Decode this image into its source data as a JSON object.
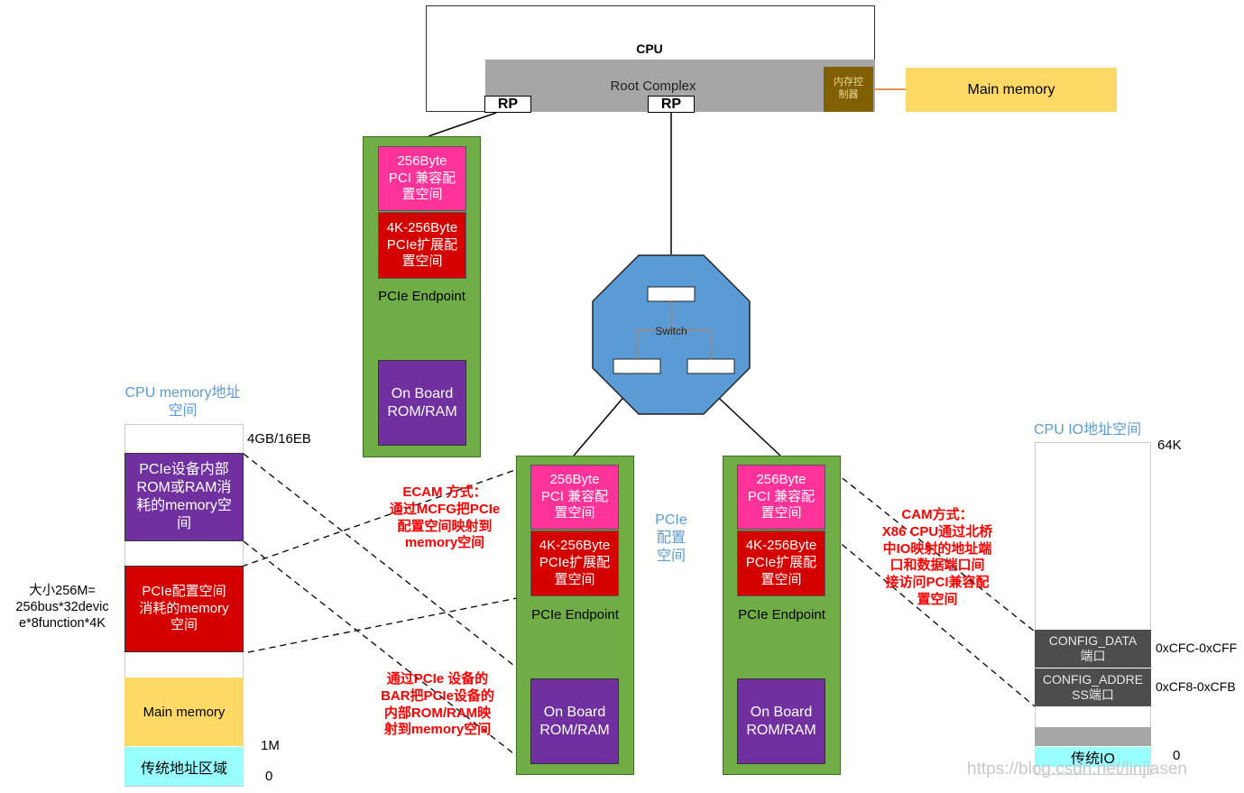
{
  "colors": {
    "pink": "#ff3399",
    "red": "#d40000",
    "purple": "#7030a0",
    "green": "#70ad47",
    "gold": "#ffd966",
    "cyan": "#99ffff",
    "switch": "#5b9bd5",
    "gray": "#a6a6a6",
    "dark": "#4d4d4d",
    "brown": "#806000"
  },
  "cpu": {
    "label": "CPU",
    "root_complex": "Root Complex",
    "mem_ctrl": "内存控\n制器",
    "rp_left": "RP",
    "rp_right": "RP"
  },
  "main_memory_top": "Main memory",
  "switch": {
    "label": "Switch"
  },
  "endpoint_top": {
    "cfg256": "256Byte\nPCI 兼容配\n置空间",
    "cfg4k": "4K-256Byte\nPCIe扩展配\n置空间",
    "label": "PCIe Endpoint",
    "rom": "On Board\nROM/RAM"
  },
  "endpoint_mid": {
    "cfg256": "256Byte\nPCI 兼容配\n置空间",
    "cfg4k": "4K-256Byte\nPCIe扩展配\n置空间",
    "label": "PCIe Endpoint",
    "rom": "On Board\nROM/RAM"
  },
  "endpoint_right": {
    "cfg256": "256Byte\nPCI 兼容配\n置空间",
    "cfg4k": "4K-256Byte\nPCIe扩展配\n置空间",
    "label": "PCIe Endpoint",
    "rom": "On Board\nROM/RAM"
  },
  "pcie_cfg_space": "PCIe\n配置\n空间",
  "memory_map": {
    "title": "CPU memory地址\n空间",
    "addr_top": "4GB/16EB",
    "addr_1m": "1M",
    "addr_0": "0",
    "rom_ram": "PCIe设备内部\nROM或RAM消\n耗的memory空\n间",
    "cfg": "PCIe配置空间\n消耗的memory\n空间",
    "main": "Main memory",
    "legacy": "传统地址区域",
    "size_note": "大小256M=\n256bus*32devic\ne*8function*4K"
  },
  "io_map": {
    "title": "CPU IO地址空间",
    "addr_top": "64K",
    "addr_data": "0xCFC-0xCFF",
    "addr_addr": "0xCF8-0xCFB",
    "addr_0": "0",
    "config_data": "CONFIG_DATA\n端口",
    "config_addr": "CONFIG_ADDRE\nSS端口",
    "legacy_io": "传统IO"
  },
  "notes": {
    "ecam": "ECAM 方式：\n通过MCFG把PCIe\n配置空间映射到\nmemory空间",
    "bar": "通过PCIe 设备的\nBAR把PCIe设备的\n内部ROM/RAM映\n射到memory空间",
    "cam": "CAM方式：\nX86 CPU通过北桥\n中IO映射的地址端\n口和数据端口间\n接访问PCI兼容配\n置空间"
  },
  "watermark": "https://blog.csdn.net/linjiasen"
}
